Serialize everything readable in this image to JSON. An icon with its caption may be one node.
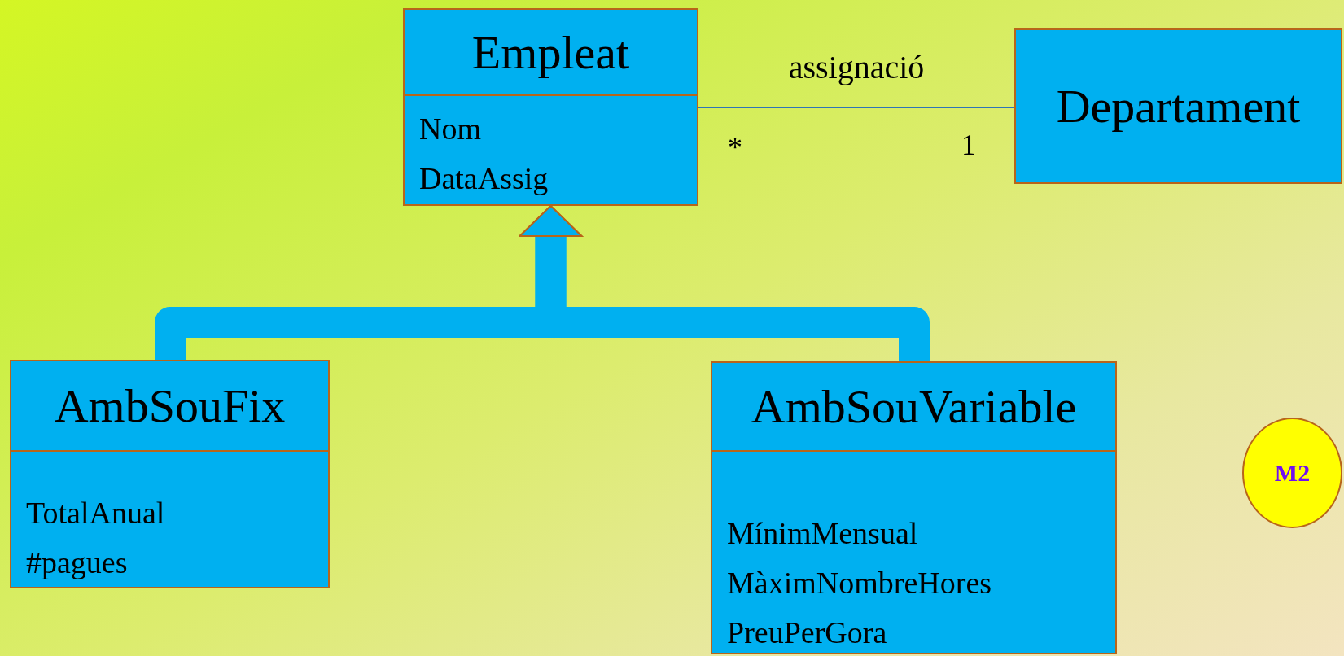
{
  "diagram": {
    "nodes": [
      {
        "text": [
          "Empleat",
          "Nom",
          "DataAssig"
        ]
      },
      {
        "text": [
          "Departament"
        ]
      },
      {
        "text": [
          "AmbSouFix",
          "TotalAnual",
          "#pagues"
        ]
      },
      {
        "text": [
          "AmbSouVariable",
          "MínimMensual",
          "MàximNombreHores",
          "PreuPerGora"
        ]
      },
      {
        "text": [
          "M2"
        ]
      }
    ],
    "edges": [
      {
        "from": 0,
        "to": 1,
        "arrow": "none",
        "label": "assignació",
        "color": "#2e75b6"
      },
      {
        "from": 2,
        "to": 0,
        "arrow": "to"
      },
      {
        "from": 3,
        "to": 0,
        "arrow": "to"
      }
    ],
    "labels": [
      "*",
      "1"
    ]
  }
}
